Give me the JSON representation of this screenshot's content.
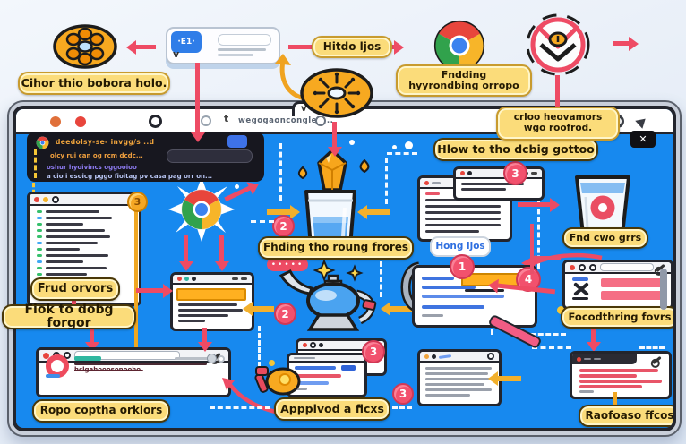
{
  "top_strip": {
    "flower_label": "Cihor thio bobora holo.",
    "card_icon_text": "·E1·",
    "card_check_glyph": "v",
    "flow_arrow_label": "Hitdo ljos",
    "chrome_label": [
      "Fndding",
      "hyyrondbing orropo"
    ],
    "blocked_label": [
      "crloo heovamors",
      "wgo roofrod."
    ]
  },
  "browser": {
    "tab_glyph": "v",
    "pointer_glyph": "t",
    "url_text": "wegogaoncongle ....",
    "close_glyph": "✕"
  },
  "suggest_panel": {
    "line1": "deedolsy-se- invgg/s ..d",
    "line2": "olcy rui can og rcm dcdc...",
    "line3": "oshur hyoivincs oggooioo",
    "line4": "a cio i esoicg pggo fioitag pv casa pag orr on..."
  },
  "labels": {
    "how_to": "Hlow to tho dcbig gottoo",
    "find_errors": "Frud orvors",
    "how_debug": "Fiok to dobg forgor",
    "finding_wrong": "Fhding tho roung frores",
    "hong": "Hong ljos",
    "find_two": "Fnd cwo grrs",
    "focal": "Focodthring fovrs",
    "applied": "Appplvod a ficxs",
    "rope": "Ropo coptha orklors",
    "release": "Raofoaso ffcos"
  },
  "badges": {
    "glass": "2",
    "lamp": "2",
    "bottom_cluster": "3",
    "right_of_applied": "3",
    "clip": "1",
    "clip_right": "4",
    "right_cluster": "3",
    "code_window": "3"
  },
  "small_text": {
    "strikethrough": "hclgahooosonooho.",
    "dots": "•••••"
  },
  "colors": {
    "canvas": "#1789ef",
    "accent_red": "#ee4b64",
    "accent_yellow": "#f2b02c",
    "label_bg": "#fbdc7a",
    "panel_bg": "#17171f"
  }
}
